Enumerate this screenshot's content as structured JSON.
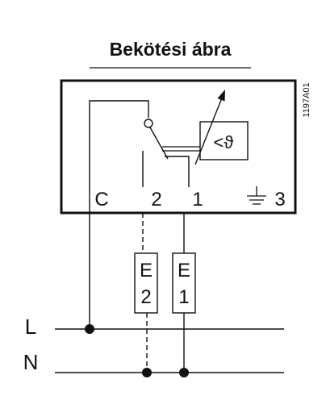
{
  "title": "Bekötési ábra",
  "drawing_code": "1197A01",
  "device": {
    "sensor_symbol": "<ϑ",
    "terminals": {
      "c": "C",
      "t2": "2",
      "t1": "1",
      "ground": "3"
    }
  },
  "loads": [
    {
      "letter": "E",
      "number": "2"
    },
    {
      "letter": "E",
      "number": "1"
    }
  ],
  "lines": {
    "live": "L",
    "neutral": "N"
  }
}
